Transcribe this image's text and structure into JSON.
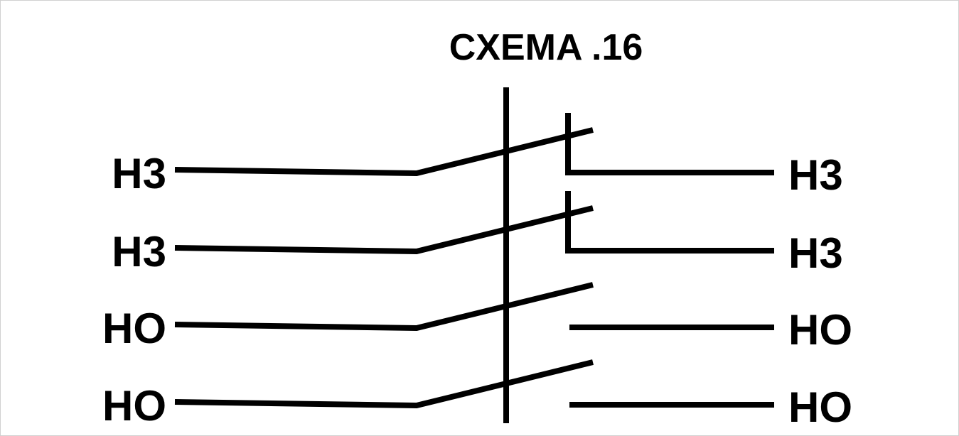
{
  "title": "CXEMA .16",
  "rows": [
    {
      "left_label": "H3",
      "right_label": "H3",
      "right_type": "hook"
    },
    {
      "left_label": "H3",
      "right_label": "H3",
      "right_type": "hook"
    },
    {
      "left_label": "HO",
      "right_label": "HO",
      "right_type": "straight"
    },
    {
      "left_label": "HO",
      "right_label": "HO",
      "right_type": "straight"
    }
  ],
  "colors": {
    "line": "#000000",
    "background": "#ffffff"
  }
}
